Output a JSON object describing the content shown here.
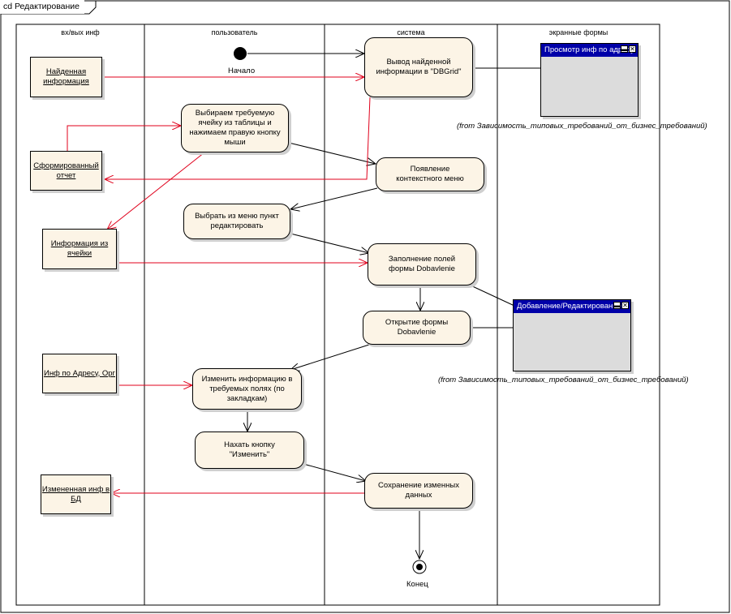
{
  "frame_title": "cd Редактирование",
  "lanes": [
    "вх/вых инф",
    "пользователь",
    "система",
    "экранные формы"
  ],
  "objects": {
    "found_info": "Найденная информация",
    "report": "Сформированный отчет",
    "cell_info": "Информация из ячейки",
    "address_info": "Инф по Адресу, Орг",
    "changed_info": "Измененная инф в БД"
  },
  "actions": {
    "output_dbgrid": "Вывод найденной информации в \"DBGrid\"",
    "select_cell": "Выбираем требуемую ячейку из таблицы и нажимаем правую кнопку мыши",
    "context_menu": "Появление контекстного меню",
    "choose_edit": "Выбрать из меню пункт редактировать",
    "fill_fields": "Заполнение полей формы Dobavlenie",
    "open_form": "Открытие формы Dobavlenie",
    "change_info": "Изменить информацию в требуемых полях (по закладкам)",
    "press_change": "Нахать кнопку \"Изменить\"",
    "save_changes": "Сохранение изменных данных"
  },
  "start_label": "Начало",
  "end_label": "Конец",
  "forms": {
    "view": "Просмотр инф по адресу",
    "edit": "Добавление/Редактирование"
  },
  "from_labels": {
    "view": "(from Зависимость_типовых_требований_от_бизнес_требований)",
    "edit": "(from Зависимость_типовых_требований_от_бизнес_требований)"
  },
  "colors": {
    "node_fill": "#fcf4e6",
    "object_flow": "#e0001b",
    "control_flow": "#000000",
    "form_titlebar": "#0000a8",
    "form_body": "#dcdcdc"
  }
}
